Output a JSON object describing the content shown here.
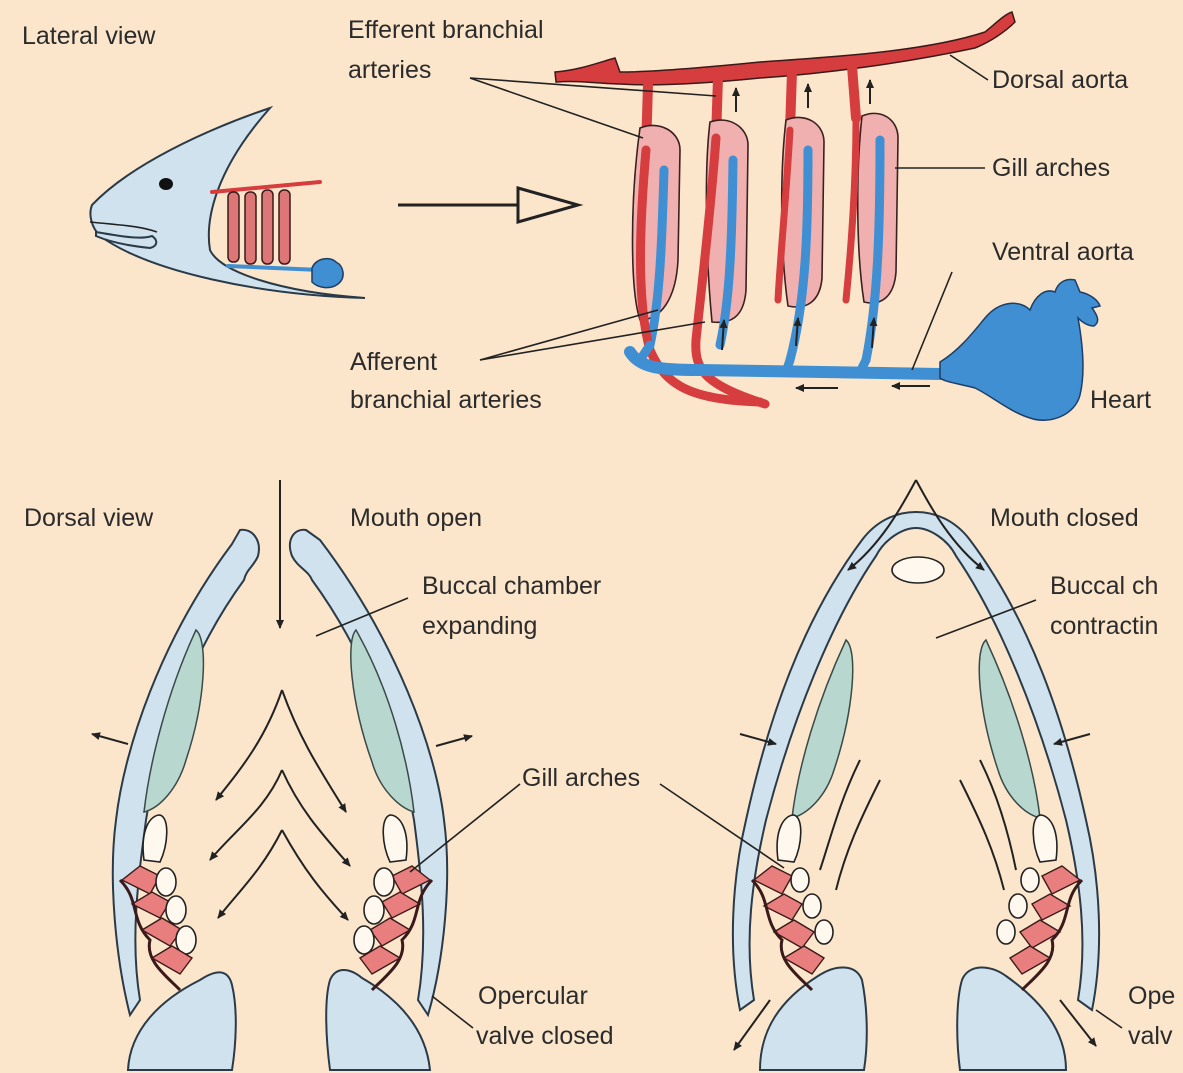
{
  "labels": {
    "lateral_view": "Lateral view",
    "efferent_1": "Efferent branchial",
    "efferent_2": "arteries",
    "dorsal_aorta": "Dorsal aorta",
    "gill_arches_top": "Gill arches",
    "ventral_aorta": "Ventral aorta",
    "afferent_1": "Afferent",
    "afferent_2": "branchial arteries",
    "heart": "Heart",
    "dorsal_view": "Dorsal view",
    "mouth_open": "Mouth open",
    "buccal_exp_1": "Buccal chamber",
    "buccal_exp_2": "expanding",
    "gill_arches_mid": "Gill arches",
    "opercular_closed_1": "Opercular",
    "opercular_closed_2": "valve closed",
    "mouth_closed": "Mouth closed",
    "buccal_con_1": "Buccal ch",
    "buccal_con_2": "contractin",
    "opercular_open_1": "Ope",
    "opercular_open_2": "valv"
  },
  "colors": {
    "background": "#fbe6cb",
    "artery_red": "#d53d3f",
    "vein_blue": "#3f8fd2",
    "gill_pink": "#f1b0b0",
    "bone_blue": "#cfe2ee",
    "muscle_green": "#b7d7cf"
  }
}
